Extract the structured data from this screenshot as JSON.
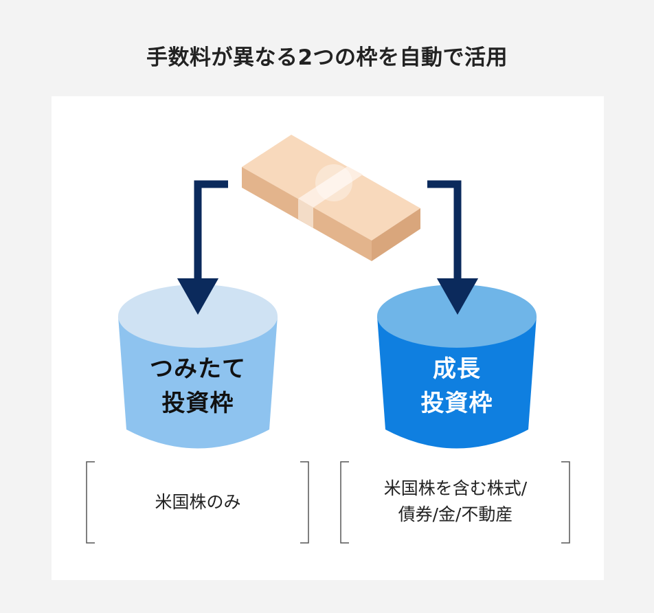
{
  "title": "手数料が異なる2つの枠を自動で活用",
  "colors": {
    "background": "#f3f3f3",
    "panel": "#ffffff",
    "arrow": "#0b2a5c",
    "money_top": "#f8d9bc",
    "money_side": "#e3b48c",
    "money_band": "#fdeee2",
    "tsumitate_top": "#cfe2f3",
    "tsumitate_body": "#8ec3ef",
    "seicho_top": "#6fb5e8",
    "seicho_body": "#0f7fe0",
    "bracket": "#555555"
  },
  "tsumitate": {
    "label_line1": "つみたて",
    "label_line2": "投資枠",
    "note": "米国株のみ"
  },
  "seicho": {
    "label_line1": "成長",
    "label_line2": "投資枠",
    "note_line1": "米国株を含む株式/",
    "note_line2": "債券/金/不動産"
  }
}
